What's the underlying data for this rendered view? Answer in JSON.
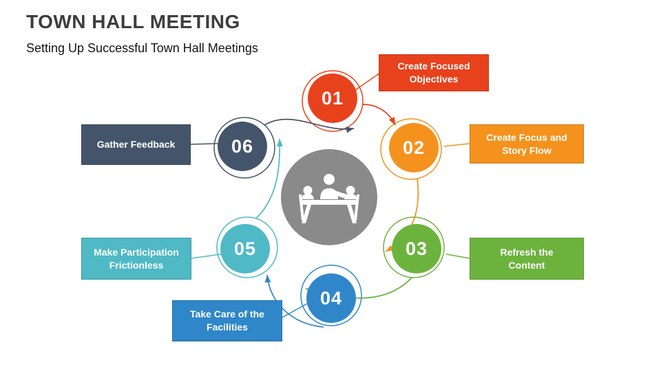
{
  "slide": {
    "title": "TOWN HALL MEETING",
    "subtitle": "Setting Up Successful Town Hall Meetings"
  },
  "center": {
    "icon": "meeting-table-icon",
    "color": "#8a8a8a",
    "icon_color": "#ffffff"
  },
  "steps": [
    {
      "number": "01",
      "label": "Create Focused Objectives",
      "color": "#e8421d"
    },
    {
      "number": "02",
      "label": "Create Focus and Story Flow",
      "color": "#f5921e"
    },
    {
      "number": "03",
      "label": "Refresh the Content",
      "color": "#6cb33e"
    },
    {
      "number": "04",
      "label": "Take Care of the Facilities",
      "color": "#2f87c9"
    },
    {
      "number": "05",
      "label": "Make Participation Frictionless",
      "color": "#4fb9c6"
    },
    {
      "number": "06",
      "label": "Gather Feedback",
      "color": "#44546a"
    }
  ]
}
